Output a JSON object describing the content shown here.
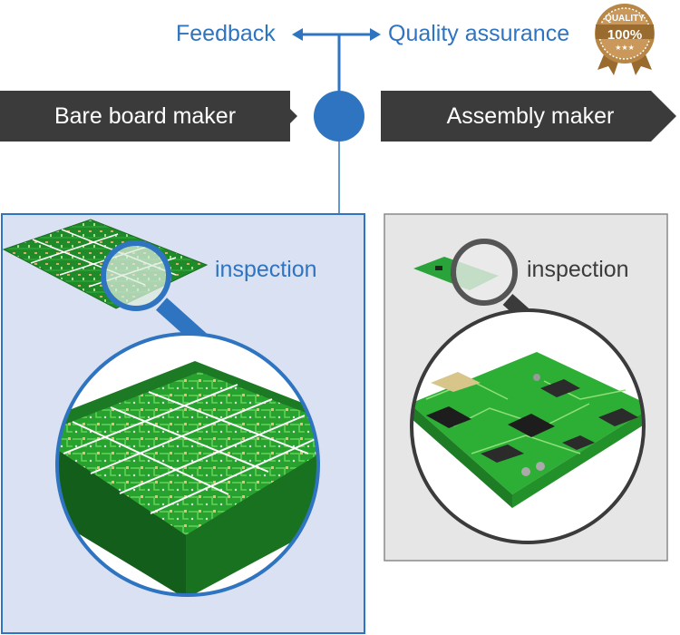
{
  "flow": {
    "feedback_label": "Feedback",
    "quality_label": "Quality assurance",
    "accent_color": "#2f74c0"
  },
  "stages": {
    "bare_board": "Bare board maker",
    "assembly": "Assembly maker"
  },
  "seal": {
    "line1": "QUALITY",
    "line2": "100%",
    "stars": "★★★"
  },
  "left_panel": {
    "inspection_label": "inspection",
    "background": "#d9e1f2"
  },
  "right_panel": {
    "inspection_label": "inspection",
    "background": "#e6e6e6"
  }
}
